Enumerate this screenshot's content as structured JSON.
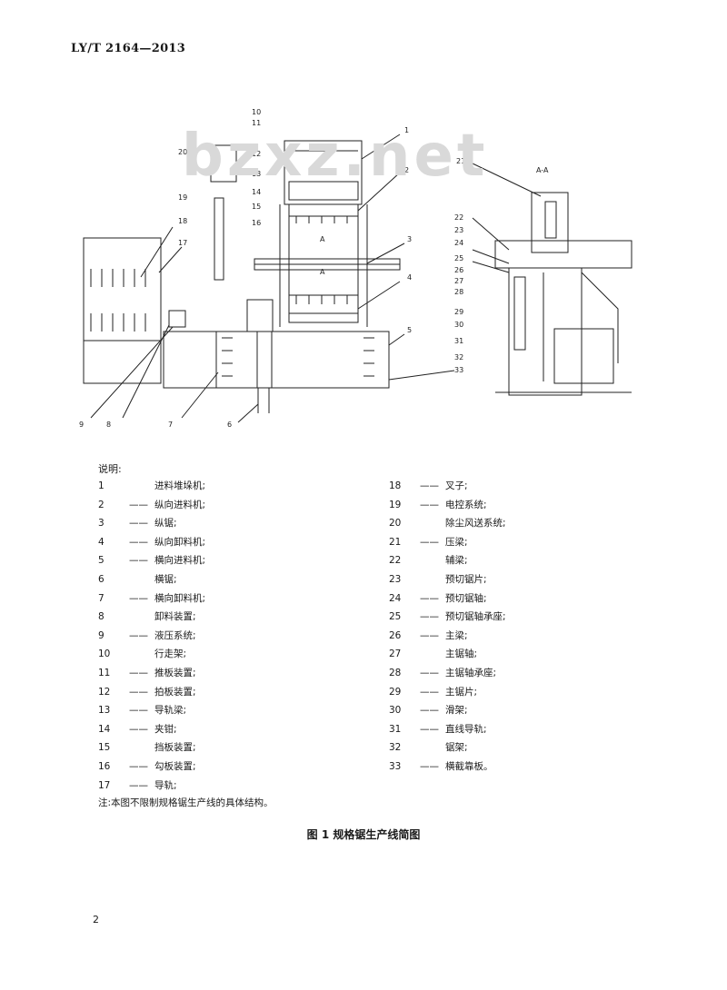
{
  "header": {
    "standard_code": "LY/T 2164—2013"
  },
  "watermark": "bzxz.net",
  "figure": {
    "section_label": "A-A",
    "section_marks": [
      "A",
      "A"
    ],
    "callouts": [
      "1",
      "2",
      "3",
      "4",
      "5",
      "6",
      "7",
      "8",
      "9",
      "10",
      "11",
      "12",
      "13",
      "14",
      "15",
      "16",
      "17",
      "18",
      "19",
      "20",
      "21",
      "22",
      "23",
      "24",
      "25",
      "26",
      "27",
      "28",
      "29",
      "30",
      "31",
      "32",
      "33"
    ]
  },
  "legend": {
    "title": "说明:",
    "left": [
      {
        "num": "1",
        "dash": "",
        "text": "进料堆垛机;"
      },
      {
        "num": "2",
        "dash": "——",
        "text": "纵向进料机;"
      },
      {
        "num": "3",
        "dash": "——",
        "text": "纵锯;"
      },
      {
        "num": "4",
        "dash": "——",
        "text": "纵向卸料机;"
      },
      {
        "num": "5",
        "dash": "——",
        "text": "横向进料机;"
      },
      {
        "num": "6",
        "dash": "",
        "text": "横锯;"
      },
      {
        "num": "7",
        "dash": "——",
        "text": "横向卸料机;"
      },
      {
        "num": "8",
        "dash": "",
        "text": "卸料装置;"
      },
      {
        "num": "9",
        "dash": "——",
        "text": "液压系统;"
      },
      {
        "num": "10",
        "dash": "",
        "text": "行走架;"
      },
      {
        "num": "11",
        "dash": "——",
        "text": "推板装置;"
      },
      {
        "num": "12",
        "dash": "——",
        "text": "拍板装置;"
      },
      {
        "num": "13",
        "dash": "——",
        "text": "导轨梁;"
      },
      {
        "num": "14",
        "dash": "——",
        "text": "夹钳;"
      },
      {
        "num": "15",
        "dash": "",
        "text": "挡板装置;"
      },
      {
        "num": "16",
        "dash": "——",
        "text": "勾板装置;"
      },
      {
        "num": "17",
        "dash": "——",
        "text": "导轨;"
      }
    ],
    "right": [
      {
        "num": "18",
        "dash": "——",
        "text": "叉子;"
      },
      {
        "num": "19",
        "dash": "——",
        "text": "电控系统;"
      },
      {
        "num": "20",
        "dash": "",
        "text": "除尘风送系统;"
      },
      {
        "num": "21",
        "dash": "——",
        "text": "压梁;"
      },
      {
        "num": "22",
        "dash": "",
        "text": "辅梁;"
      },
      {
        "num": "23",
        "dash": "",
        "text": "预切锯片;"
      },
      {
        "num": "24",
        "dash": "——",
        "text": "预切锯轴;"
      },
      {
        "num": "25",
        "dash": "——",
        "text": "预切锯轴承座;"
      },
      {
        "num": "26",
        "dash": "——",
        "text": "主梁;"
      },
      {
        "num": "27",
        "dash": "",
        "text": "主锯轴;"
      },
      {
        "num": "28",
        "dash": "——",
        "text": "主锯轴承座;"
      },
      {
        "num": "29",
        "dash": "——",
        "text": "主锯片;"
      },
      {
        "num": "30",
        "dash": "——",
        "text": "滑架;"
      },
      {
        "num": "31",
        "dash": "——",
        "text": "直线导轨;"
      },
      {
        "num": "32",
        "dash": "",
        "text": "锯架;"
      },
      {
        "num": "33",
        "dash": "——",
        "text": "横截靠板。"
      }
    ]
  },
  "note": "注:本图不限制规格锯生产线的具体结构。",
  "caption": "图 1   规格锯生产线简图",
  "page_number": "2"
}
